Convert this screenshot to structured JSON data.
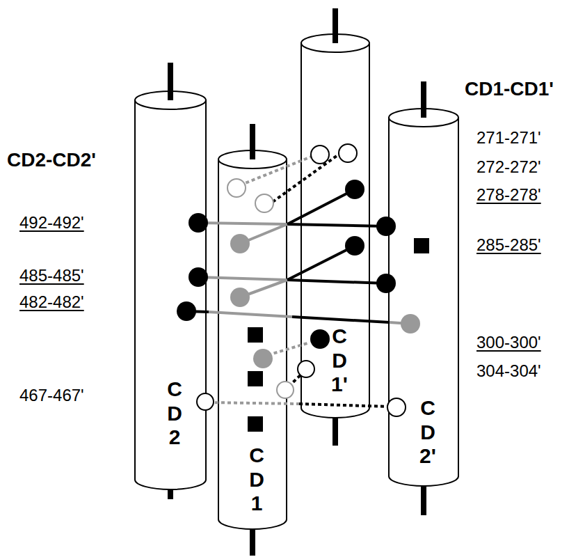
{
  "diagram": {
    "nodes": [
      {
        "text": [
          "CD2"
        ]
      },
      {
        "text": [
          "CD1"
        ]
      },
      {
        "text": [
          "CD1'"
        ]
      },
      {
        "text": [
          "CD2'"
        ]
      }
    ],
    "labels": [
      "CD2-CD2'",
      "492-492'",
      "485-485'",
      "482-482'",
      "467-467'",
      "CD1-CD1'",
      "271-271'",
      "272-272'",
      "278-278'",
      "285-285'",
      "300-300'",
      "304-304'"
    ]
  }
}
